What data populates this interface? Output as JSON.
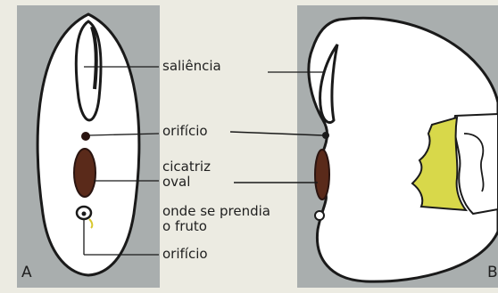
{
  "panel_a": {
    "letter": "A"
  },
  "panel_b": {
    "letter": "B"
  },
  "labels": {
    "saliencia": "saliência",
    "orificio_top": "orifício",
    "cicatriz_line1": "cicatriz",
    "cicatriz_line2": "oval",
    "cicatriz_line3": "onde se prendia",
    "cicatriz_line4": "o fruto",
    "orificio_bottom": "orifício"
  },
  "colors": {
    "background": "#ecebe2",
    "panel": "#a9aeae",
    "seed_fill": "#ffffff",
    "outline": "#1a1a1a",
    "scar": "#5a2a1a",
    "embryo": "#d8d84a"
  }
}
